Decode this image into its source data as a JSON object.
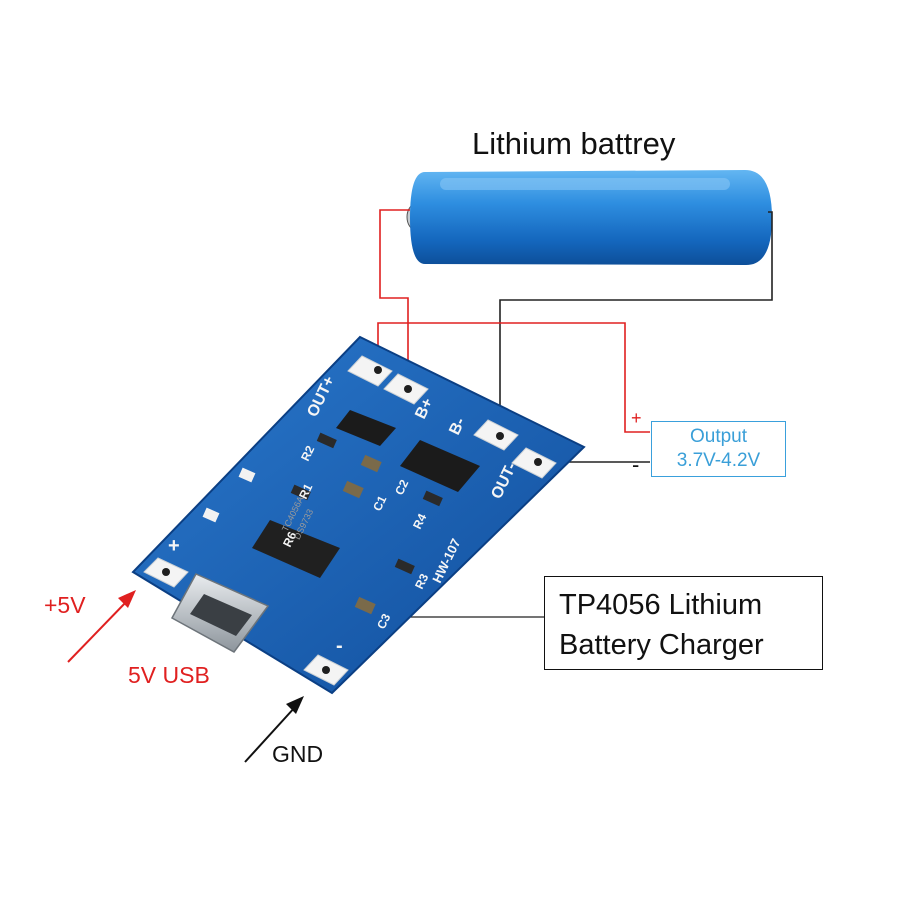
{
  "battery": {
    "label": "Lithium battrey"
  },
  "output": {
    "line1": "Output",
    "line2": "3.7V-4.2V",
    "plus": "+",
    "minus": "-"
  },
  "chip": {
    "line1": "TP4056 Lithium",
    "line2": "Battery Charger"
  },
  "input": {
    "plus_label": "+5V",
    "usb_label": "5V USB",
    "gnd_label": "GND"
  },
  "board": {
    "model": "HW-107",
    "ic_marking_1": "TC4056A",
    "ic_marking_2": "DS9733",
    "pads": [
      "OUT+",
      "B+",
      "B-",
      "OUT-",
      "+",
      "-"
    ],
    "components": [
      "R2",
      "R1",
      "C1",
      "C2",
      "R4",
      "R3",
      "C3",
      "R6"
    ]
  },
  "colors": {
    "pcb": "#1b64b8",
    "pcb_dark": "#0f4590",
    "battery": "#1f7fd2",
    "wire_positive": "#e02020",
    "wire_negative": "#222222",
    "output_box": "#3aa0dc"
  }
}
